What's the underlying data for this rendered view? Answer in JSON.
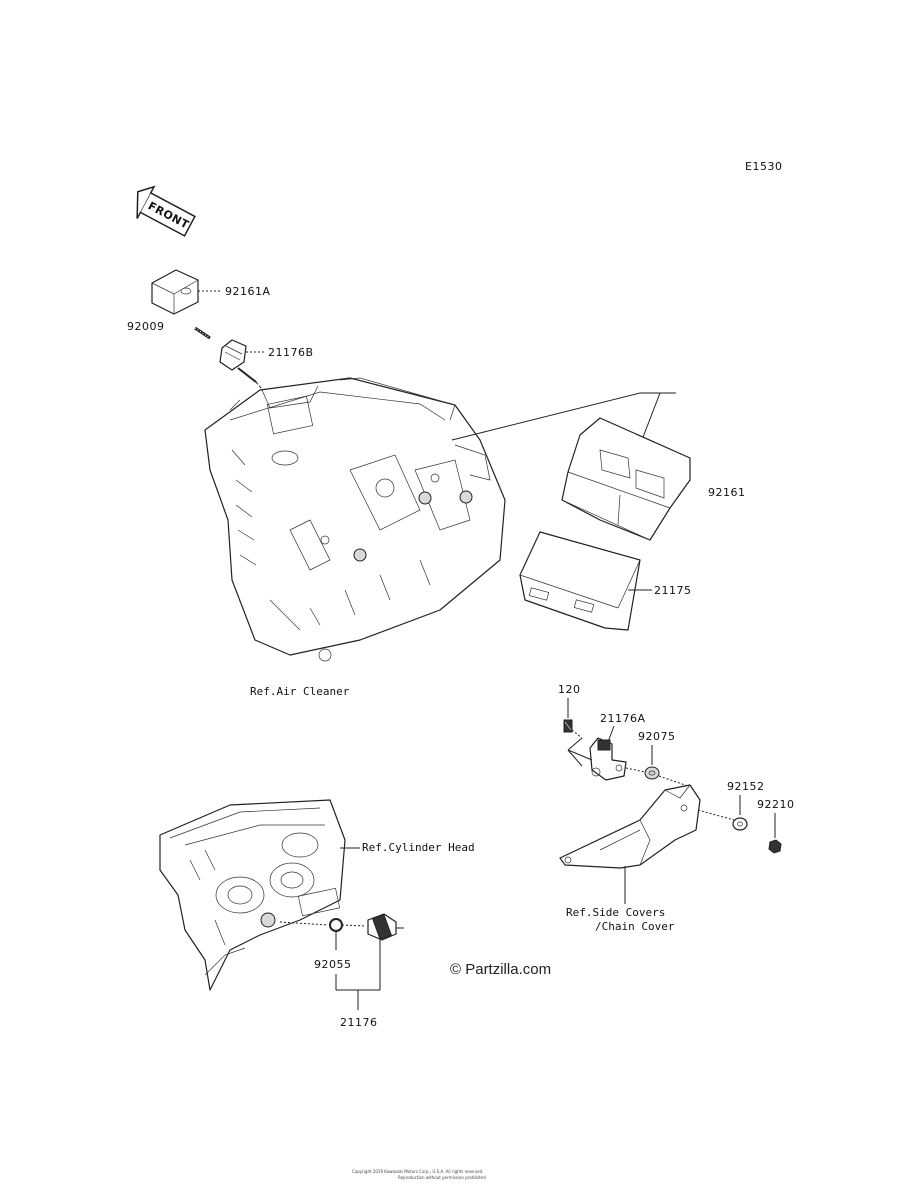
{
  "diagram_code": "E1530",
  "front_arrow_label": "FRONT",
  "labels": {
    "p92161A": "92161A",
    "p92009": "92009",
    "p21176B": "21176B",
    "p92161": "92161",
    "p21175": "21175",
    "ref_air_cleaner": "Ref.Air Cleaner",
    "p120": "120",
    "p21176A": "21176A",
    "p92075": "92075",
    "p92152": "92152",
    "p92210": "92210",
    "ref_cylinder_head": "Ref.Cylinder Head",
    "ref_side_covers_1": "Ref.Side Covers",
    "ref_side_covers_2": "/Chain Cover",
    "p92055": "92055",
    "p21176": "21176"
  },
  "watermark": "© Partzilla.com",
  "footer_line1": "Copyright 2019 Kawasaki Motors Corp., U.S.A. All rights reserved.",
  "footer_line2": "Reproduction without permission prohibited."
}
